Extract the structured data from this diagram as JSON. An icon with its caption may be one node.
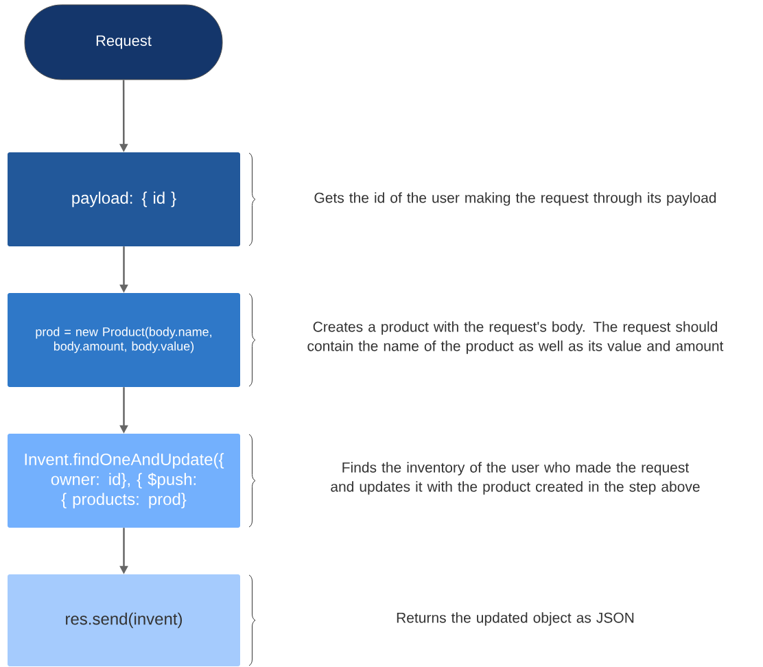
{
  "diagram": {
    "nodes": [
      {
        "text": [
          "Request"
        ]
      },
      {
        "text": [
          "payload: { id }"
        ]
      },
      {
        "text": [
          "prod = new Product(body.name, body.amount, body.value)"
        ]
      },
      {
        "text": [
          "Invent.findOneAndUpdate({ owner: id}, { $push: { products: prod}"
        ]
      },
      {
        "text": [
          "res.send(invent)"
        ]
      }
    ],
    "labels": [
      "Gets the id of the user making the request through its payload",
      "Creates a product with the request's body. The request should contain the name of the product as well as its value and amount",
      "Finds the inventory of the user who made the request and updates it with the product created in the step above",
      "Returns the updated object as JSON"
    ],
    "edges": [
      {
        "from": 0,
        "to": 1,
        "arrow": "to"
      },
      {
        "from": 1,
        "to": 2,
        "arrow": "to"
      },
      {
        "from": 2,
        "to": 3,
        "arrow": "to"
      },
      {
        "from": 3,
        "to": 4,
        "arrow": "to"
      }
    ]
  }
}
